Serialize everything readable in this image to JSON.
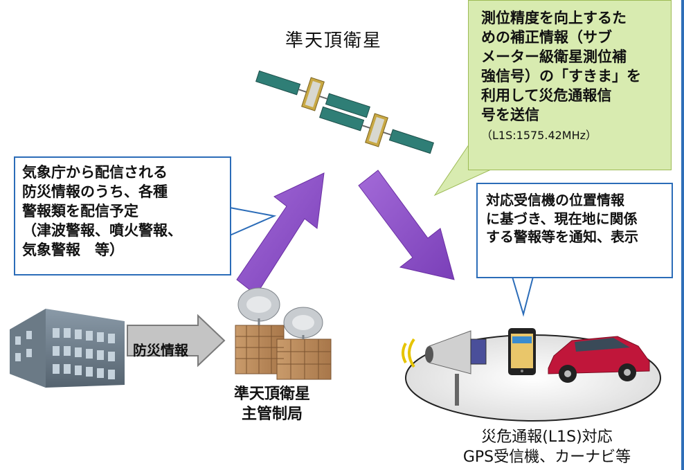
{
  "satellite": {
    "title": "準天頂衛星"
  },
  "left_box": {
    "lines": [
      "気象庁から配信される",
      "防災情報のうち、各種",
      "警報類を配信予定",
      "（津波警報、噴火警報、",
      "気象警報　等）"
    ]
  },
  "top_box": {
    "lines": [
      "測位精度を向上するた",
      "めの補正情報（サブ",
      "メーター級衛星測位補",
      "強信号）の「すきま」を",
      "利用して災危通報信",
      "号を送信"
    ],
    "freq": "（L1S:1575.42MHz）"
  },
  "right_box": {
    "lines": [
      "対応受信機の位置情報",
      "に基づき、現在地に関係",
      "する警報等を通知、表示"
    ]
  },
  "flow_arrow": {
    "label": "防災情報"
  },
  "station": {
    "lines": [
      "準天頂衛星",
      "主管制局"
    ]
  },
  "receiver": {
    "lines": [
      "災危通報(L1S)対応",
      "GPS受信機、カーナビ等"
    ]
  },
  "colors": {
    "callout_border": "#2b6cb8",
    "callout_green_bg": "#d8ebb0",
    "signal_arrow": "#8d52c9",
    "flow_arrow": "#b8b8b8",
    "car": "#c0163a"
  }
}
